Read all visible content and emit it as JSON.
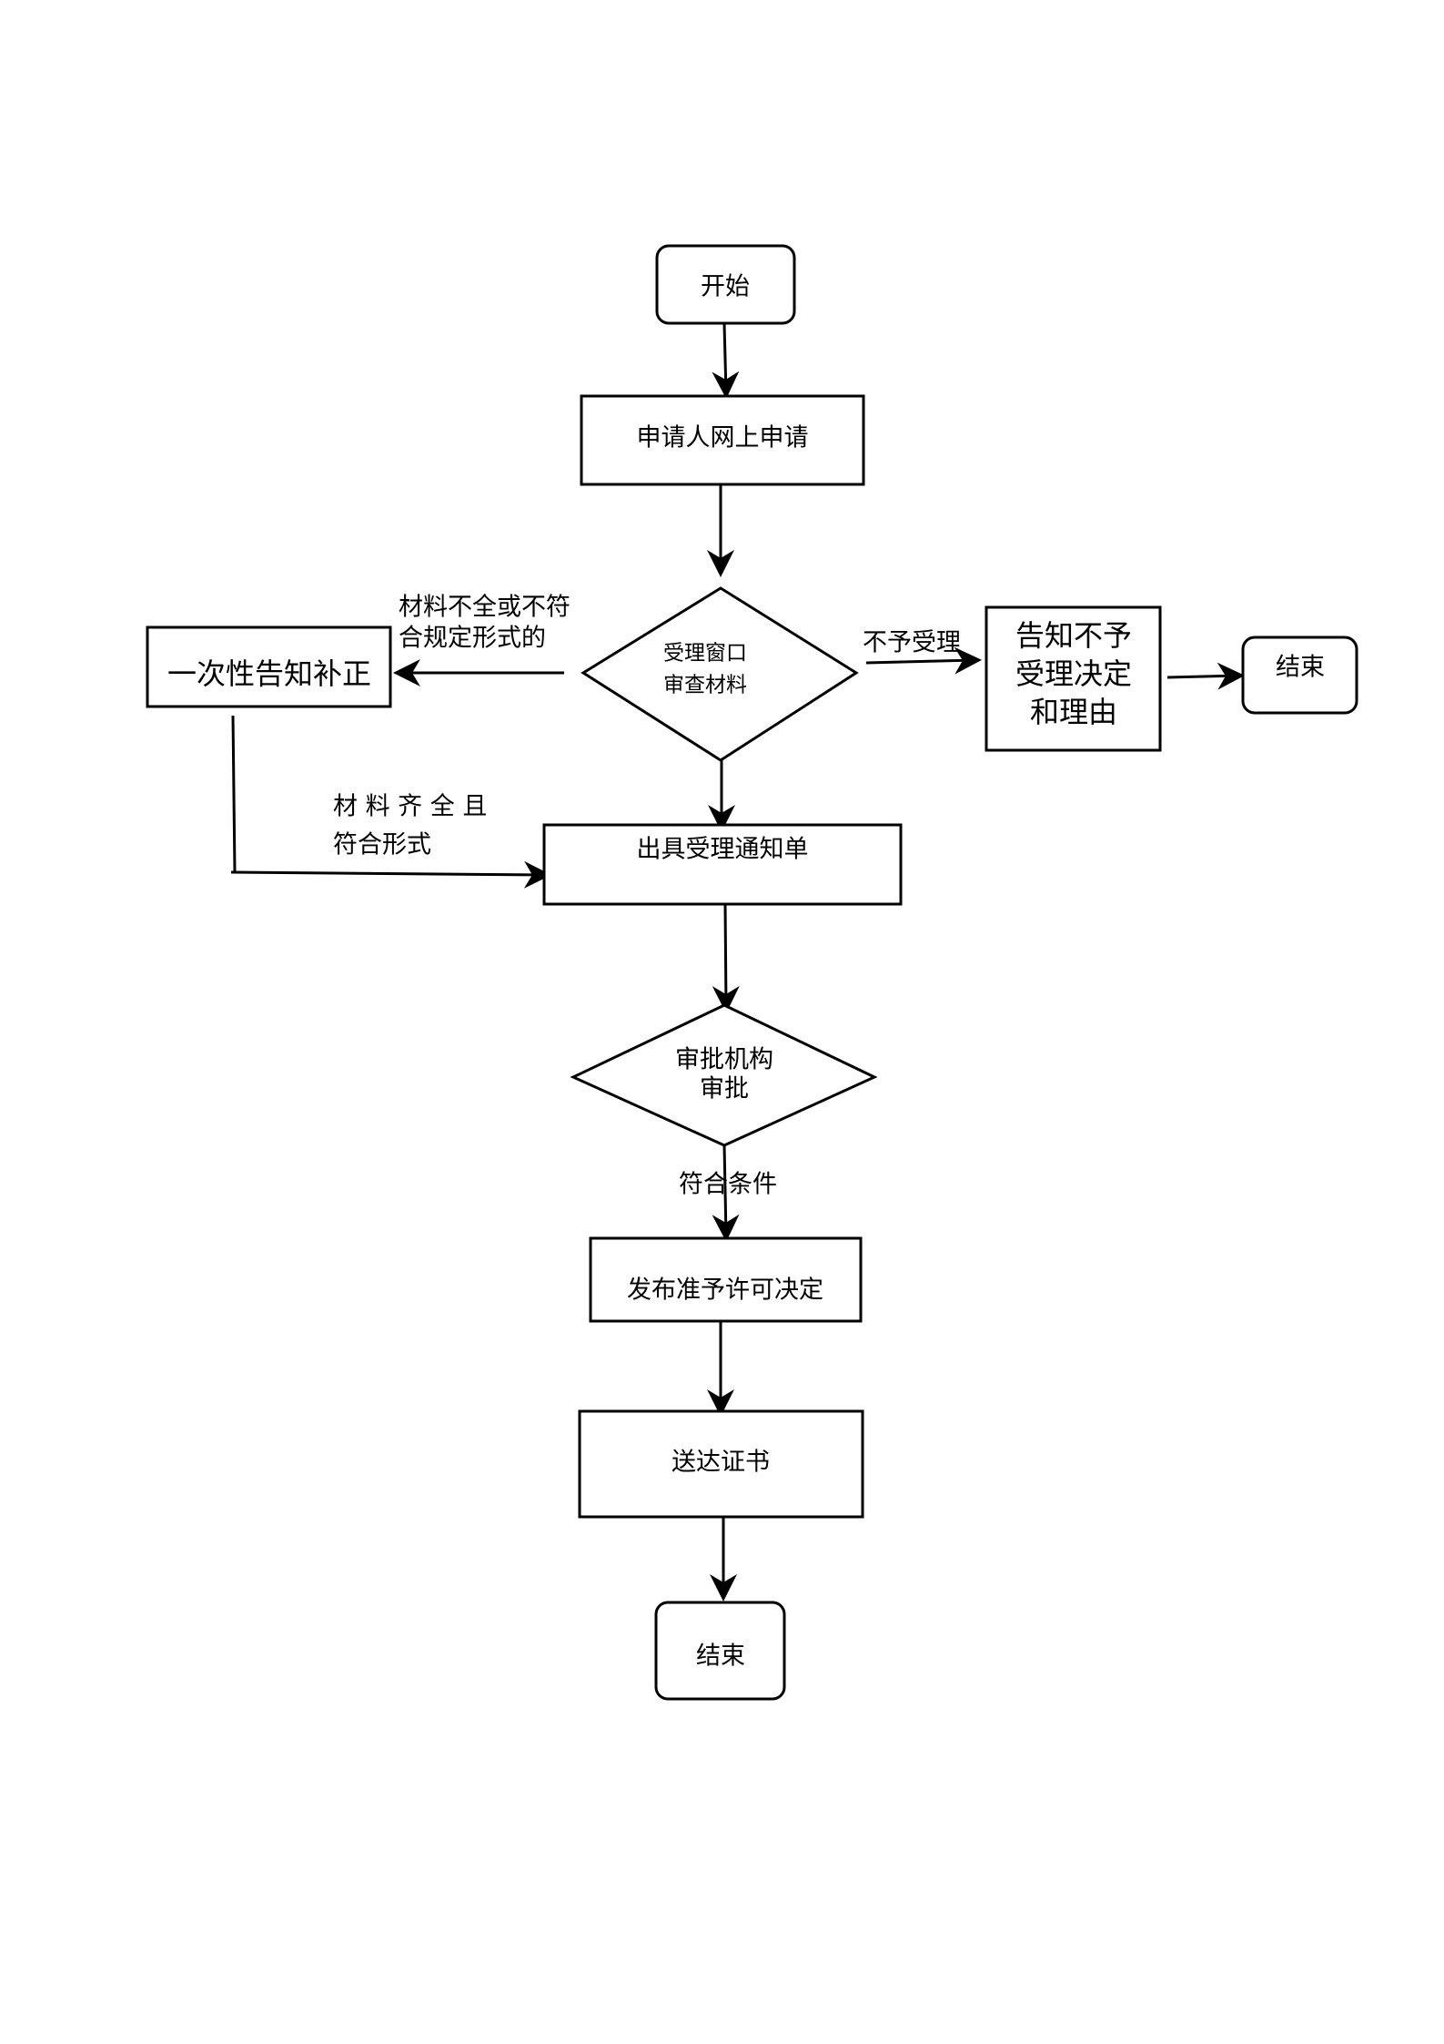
{
  "nodes": {
    "start": {
      "label": "开始"
    },
    "online_apply": {
      "label": "申请人网上申请"
    },
    "review_window": {
      "line1": "受理窗口",
      "line2": "审查材料"
    },
    "one_time_notice": {
      "label": "一次性告知补正"
    },
    "rejection_notice": {
      "line1": "告知不予",
      "line2": "受理决定",
      "line3": "和理由"
    },
    "end_right": {
      "label": "结束"
    },
    "acceptance_notice": {
      "label": "出具受理通知单"
    },
    "approval_agency": {
      "line1": "审批机构",
      "line2": "审批"
    },
    "permit_decision": {
      "label": "发布准予许可决定"
    },
    "deliver_certificate": {
      "label": "送达证书"
    },
    "end_bottom": {
      "label": "结束"
    }
  },
  "edges": {
    "incomplete": {
      "line1": "材料不全或不符",
      "line2": "合规定形式的"
    },
    "not_accepted": {
      "label": "不予受理"
    },
    "complete": {
      "line1": "材 料 齐 全 且",
      "line2": "符合形式"
    },
    "qualified": {
      "label": "符合条件"
    }
  }
}
